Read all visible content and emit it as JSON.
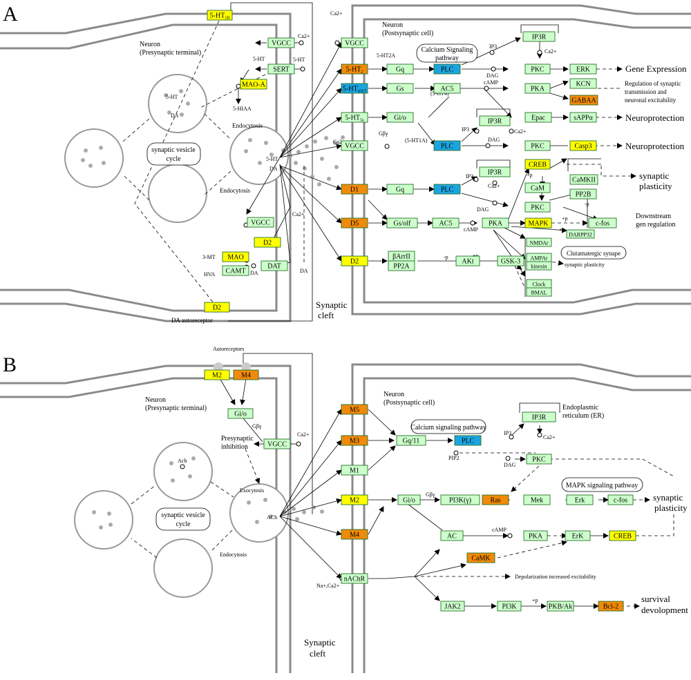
{
  "panels": [
    {
      "letter": "A",
      "pre_neuron": "Neuron",
      "pre_terminal": "(Presynaptic terminal)",
      "post_neuron": "Neuron",
      "post_cell": "(Postsynaptic cell)",
      "cleft1": "Synaptic",
      "cleft2": "cleft"
    },
    {
      "letter": "B",
      "pre_neuron": "Neuron",
      "pre_terminal": "(Presynaptic terminal)",
      "post_neuron": "Neuron",
      "post_cell": "(Postsynaptic cell)",
      "cleft1": "Synaptic",
      "cleft2": "cleft"
    }
  ],
  "colors": {
    "green": "#ccffcc",
    "yellow": "#ffff00",
    "orange": "#f08a0a",
    "blue": "#1ba5e0",
    "border": "#2a6f2a"
  },
  "nodes": [
    {
      "id": "a_5ht1b",
      "label": "5-HT",
      "sub": "1B",
      "color": "yellow"
    },
    {
      "id": "a_vgcc_pre1",
      "label": "VGCC",
      "color": "green"
    },
    {
      "id": "a_sert",
      "label": "SERT",
      "color": "green"
    },
    {
      "id": "a_maoa",
      "label": "MAO-A",
      "color": "yellow"
    },
    {
      "id": "a_vgcc_pre2",
      "label": "VGCC",
      "color": "green"
    },
    {
      "id": "a_d2_pre",
      "label": "D2",
      "color": "yellow"
    },
    {
      "id": "a_mao",
      "label": "MAO",
      "color": "yellow"
    },
    {
      "id": "a_camt",
      "label": "CAMT",
      "color": "green"
    },
    {
      "id": "a_dat",
      "label": "DAT",
      "color": "green"
    },
    {
      "id": "a_d2_auto",
      "label": "D2",
      "color": "yellow"
    },
    {
      "id": "a_vgcc_post1",
      "label": "VGCC",
      "color": "green"
    },
    {
      "id": "a_5ht2",
      "label": "5-HT",
      "sub": "2",
      "color": "orange"
    },
    {
      "id": "a_5ht467",
      "label": "5-HT",
      "sub": "4/6/7",
      "color": "blue"
    },
    {
      "id": "a_5ht5a",
      "label": "5-HT",
      "sub": "5a",
      "color": "green"
    },
    {
      "id": "a_vgcc_post2",
      "label": "VGCC",
      "color": "green"
    },
    {
      "id": "a_d1",
      "label": "D1",
      "color": "orange"
    },
    {
      "id": "a_d5",
      "label": "D5",
      "color": "orange"
    },
    {
      "id": "a_d2_post",
      "label": "D2",
      "color": "yellow"
    },
    {
      "id": "a_gq1",
      "label": "Gq",
      "color": "green"
    },
    {
      "id": "a_gs",
      "label": "Gs",
      "color": "green"
    },
    {
      "id": "a_gio",
      "label": "Gi/o",
      "color": "green"
    },
    {
      "id": "a_gq2",
      "label": "Gq",
      "color": "green"
    },
    {
      "id": "a_gsolf",
      "label": "Gs/olf",
      "color": "green"
    },
    {
      "id": "a_barr",
      "label": "βArrII",
      "color": "green"
    },
    {
      "id": "a_pp2a",
      "label": "PP2A",
      "color": "green"
    },
    {
      "id": "a_plc1",
      "label": "PLC",
      "color": "blue"
    },
    {
      "id": "a_ac5_1",
      "label": "AC5",
      "color": "green"
    },
    {
      "id": "a_plc2",
      "label": "PLC",
      "color": "blue"
    },
    {
      "id": "a_plc3",
      "label": "PLC",
      "color": "blue"
    },
    {
      "id": "a_ac5_2",
      "label": "AC5",
      "color": "green"
    },
    {
      "id": "a_akt",
      "label": "AKt",
      "color": "green"
    },
    {
      "id": "a_gsk3",
      "label": "GSK-3",
      "color": "green"
    },
    {
      "id": "a_ip3r1",
      "label": "IP3R",
      "color": "green"
    },
    {
      "id": "a_pkc1",
      "label": "PKC",
      "color": "green"
    },
    {
      "id": "a_pka1",
      "label": "PKA",
      "color": "green"
    },
    {
      "id": "a_epac",
      "label": "Epac",
      "color": "green"
    },
    {
      "id": "a_ip3r2",
      "label": "IP3R",
      "color": "green"
    },
    {
      "id": "a_pkc2",
      "label": "PKC",
      "color": "green"
    },
    {
      "id": "a_ip3r3",
      "label": "IP3R",
      "color": "green"
    },
    {
      "id": "a_creb",
      "label": "CREB",
      "color": "yellow"
    },
    {
      "id": "a_cam",
      "label": "CaM",
      "color": "green"
    },
    {
      "id": "a_pkc3",
      "label": "PKC",
      "color": "green"
    },
    {
      "id": "a_pka2",
      "label": "PKA",
      "color": "green"
    },
    {
      "id": "a_nmdar",
      "label": "NMDAr",
      "color": "green"
    },
    {
      "id": "a_ampar",
      "label": "AMPAr",
      "color": "green"
    },
    {
      "id": "a_kinesin",
      "label": "kinesin",
      "color": "green"
    },
    {
      "id": "a_clock",
      "label": "Clock",
      "color": "green"
    },
    {
      "id": "a_bmal",
      "label": "BMAL",
      "color": "green"
    },
    {
      "id": "a_erk",
      "label": "ERK",
      "color": "green"
    },
    {
      "id": "a_kcn",
      "label": "KCN",
      "color": "green"
    },
    {
      "id": "a_gabaa",
      "label": "GABAA",
      "color": "orange"
    },
    {
      "id": "a_sappa",
      "label": "sAPPα",
      "color": "green"
    },
    {
      "id": "a_casp3",
      "label": "Casp3",
      "color": "yellow"
    },
    {
      "id": "a_camkii",
      "label": "CaMKII",
      "color": "green"
    },
    {
      "id": "a_pp2b",
      "label": "PP2B",
      "color": "green"
    },
    {
      "id": "a_mapk",
      "label": "MAPK",
      "color": "yellow"
    },
    {
      "id": "a_darpp",
      "label": "DARPP32",
      "color": "green"
    },
    {
      "id": "a_cfos",
      "label": "c-fos",
      "color": "green"
    },
    {
      "id": "b_m2_pre",
      "label": "M2",
      "color": "yellow"
    },
    {
      "id": "b_m4_pre",
      "label": "M4",
      "color": "orange"
    },
    {
      "id": "b_gio_pre",
      "label": "Gi/o",
      "color": "green"
    },
    {
      "id": "b_vgcc",
      "label": "VGCC",
      "color": "green"
    },
    {
      "id": "b_m5",
      "label": "M5",
      "color": "orange"
    },
    {
      "id": "b_m3",
      "label": "M3",
      "color": "orange"
    },
    {
      "id": "b_m1",
      "label": "M1",
      "color": "green"
    },
    {
      "id": "b_m2",
      "label": "M2",
      "color": "yellow"
    },
    {
      "id": "b_m4",
      "label": "M4",
      "color": "orange"
    },
    {
      "id": "b_nachr",
      "label": "nAChR",
      "color": "green"
    },
    {
      "id": "b_gq11",
      "label": "Gq/11",
      "color": "green"
    },
    {
      "id": "b_plc",
      "label": "PLC",
      "color": "blue"
    },
    {
      "id": "b_ip3r",
      "label": "IP3R",
      "color": "green"
    },
    {
      "id": "b_pkc",
      "label": "PKC",
      "color": "green"
    },
    {
      "id": "b_gio",
      "label": "Gi/o",
      "color": "green"
    },
    {
      "id": "b_pi3kg",
      "label": "PI3K(γ)",
      "color": "green"
    },
    {
      "id": "b_ras",
      "label": "Ras",
      "color": "orange"
    },
    {
      "id": "b_mek",
      "label": "Mek",
      "color": "green"
    },
    {
      "id": "b_erk1",
      "label": "Erk",
      "color": "green"
    },
    {
      "id": "b_cfos",
      "label": "c-fos",
      "color": "green"
    },
    {
      "id": "b_ac",
      "label": "AC",
      "color": "green"
    },
    {
      "id": "b_pka",
      "label": "PKA",
      "color": "green"
    },
    {
      "id": "b_erk2",
      "label": "ErK",
      "color": "green"
    },
    {
      "id": "b_creb",
      "label": "CREB",
      "color": "yellow"
    },
    {
      "id": "b_camk",
      "label": "CaMK",
      "color": "orange"
    },
    {
      "id": "b_jak2",
      "label": "JAK2",
      "color": "green"
    },
    {
      "id": "b_pi3k",
      "label": "PI3K",
      "color": "green"
    },
    {
      "id": "b_pkb",
      "label": "PKB/Ak",
      "color": "green"
    },
    {
      "id": "b_bcl2",
      "label": "Bcl-2",
      "color": "orange"
    }
  ],
  "labels": [
    {
      "id": "a_ca1",
      "text": "Ca2+"
    },
    {
      "id": "a_5ht_a",
      "text": "5-HT"
    },
    {
      "id": "a_5ht_b",
      "text": "5-HT"
    },
    {
      "id": "a_5hiaa",
      "text": "5-HIAA"
    },
    {
      "id": "a_5ht_ves",
      "text": "5-HT"
    },
    {
      "id": "a_da_ves",
      "text": "DA"
    },
    {
      "id": "a_endo1",
      "text": "Endocytosis"
    },
    {
      "id": "a_endo2",
      "text": "Endocytosis"
    },
    {
      "id": "a_5ht_rel",
      "text": "5-HT"
    },
    {
      "id": "a_da_rel",
      "text": "DA"
    },
    {
      "id": "a_ca2",
      "text": "Ca2+"
    },
    {
      "id": "a_3mt",
      "text": "3-MT"
    },
    {
      "id": "a_hva",
      "text": "HVA"
    },
    {
      "id": "a_da_dat",
      "text": "DA"
    },
    {
      "id": "a_da_out",
      "text": "DA"
    },
    {
      "id": "a_daauto",
      "text": "DA autoreceptor"
    },
    {
      "id": "a_ca3",
      "text": "Ca2+"
    },
    {
      "id": "a_5ht2a",
      "text": "5-HT2A"
    },
    {
      "id": "a_ip3_1",
      "text": "IP3"
    },
    {
      "id": "a_ca4",
      "text": "Ca2+"
    },
    {
      "id": "a_dag1",
      "text": "DAG"
    },
    {
      "id": "a_camp1",
      "text": "cAMP"
    },
    {
      "id": "a_5ht4",
      "text": "(5-HT4)"
    },
    {
      "id": "a_ca5",
      "text": "Ca2+"
    },
    {
      "id": "a_gbg",
      "text": "Gβγ"
    },
    {
      "id": "a_5ht1a",
      "text": "(5-HT1A)"
    },
    {
      "id": "a_ip3_2",
      "text": "IP3"
    },
    {
      "id": "a_ca6",
      "text": "Ca2+"
    },
    {
      "id": "a_dag2",
      "text": "DAG"
    },
    {
      "id": "a_ip3_3",
      "text": "IP3"
    },
    {
      "id": "a_ca7",
      "text": "Ca2+"
    },
    {
      "id": "a_dag3",
      "text": "DAG"
    },
    {
      "id": "a_camp2",
      "text": "cAMP"
    },
    {
      "id": "a_p1",
      "text": "+p"
    },
    {
      "id": "a_p2",
      "text": "-p"
    },
    {
      "id": "a_p3",
      "text": "+p"
    },
    {
      "id": "a_p4",
      "text": "+p"
    },
    {
      "id": "a_p5",
      "text": "-p"
    },
    {
      "id": "a_p6",
      "text": "+p"
    },
    {
      "id": "a_gene",
      "text": "Gene Expression"
    },
    {
      "id": "a_reg1",
      "text": "Regulation of synaptic"
    },
    {
      "id": "a_reg2",
      "text": "transmission and"
    },
    {
      "id": "a_reg3",
      "text": "neuronal excitability"
    },
    {
      "id": "a_np1",
      "text": "Neuroprotection"
    },
    {
      "id": "a_np2",
      "text": "Neuroprotection"
    },
    {
      "id": "a_sp1",
      "text": "synaptic"
    },
    {
      "id": "a_sp2",
      "text": "plasticity"
    },
    {
      "id": "a_ds1",
      "text": "Downstream"
    },
    {
      "id": "a_ds2",
      "text": "gen regulation"
    },
    {
      "id": "a_spsmall",
      "text": "synaptic plasticity"
    },
    {
      "id": "b_auto",
      "text": "Autoreceptors"
    },
    {
      "id": "b_gbg1",
      "text": "Gβγ"
    },
    {
      "id": "b_ca1",
      "text": "Ca2+"
    },
    {
      "id": "b_inh1",
      "text": "Presynaptic"
    },
    {
      "id": "b_inh2",
      "text": "inhibition"
    },
    {
      "id": "b_ach_ves",
      "text": "Ach"
    },
    {
      "id": "b_exo",
      "text": "Exocytosis"
    },
    {
      "id": "b_ach_rel",
      "text": "ACh"
    },
    {
      "id": "b_endo",
      "text": "Endocytosis"
    },
    {
      "id": "b_ip3",
      "text": "IP3"
    },
    {
      "id": "b_ca2",
      "text": "Ca2+"
    },
    {
      "id": "b_er1",
      "text": "Endoplasmic"
    },
    {
      "id": "b_er2",
      "text": "reticulum (ER)"
    },
    {
      "id": "b_pip2",
      "text": "PIP2"
    },
    {
      "id": "b_dag",
      "text": "DAG"
    },
    {
      "id": "b_gbg2",
      "text": "Gβγ"
    },
    {
      "id": "b_camp",
      "text": "cAMP"
    },
    {
      "id": "b_naca",
      "text": "Na+,Ca2+"
    },
    {
      "id": "b_depol",
      "text": "Depolarization increased excitability"
    },
    {
      "id": "b_p1",
      "text": "+p"
    },
    {
      "id": "b_sp1",
      "text": "synaptic"
    },
    {
      "id": "b_sp2",
      "text": "plasticity"
    },
    {
      "id": "b_surv1",
      "text": "survival"
    },
    {
      "id": "b_surv2",
      "text": "devolopment"
    }
  ],
  "bubbles": [
    {
      "id": "a_svc",
      "lines": [
        "synaptic vesicle",
        "cycle"
      ]
    },
    {
      "id": "a_csp",
      "lines": [
        "Calcium Signaling",
        "pathway"
      ]
    },
    {
      "id": "a_glu",
      "lines": [
        "Clutamatergic synape"
      ]
    },
    {
      "id": "b_svc",
      "lines": [
        "synaptic vesicle",
        "cycle"
      ]
    },
    {
      "id": "b_csp",
      "lines": [
        "Calcium signaling pathway"
      ]
    },
    {
      "id": "b_mapk",
      "lines": [
        "MAPK signaling pathway"
      ]
    }
  ]
}
